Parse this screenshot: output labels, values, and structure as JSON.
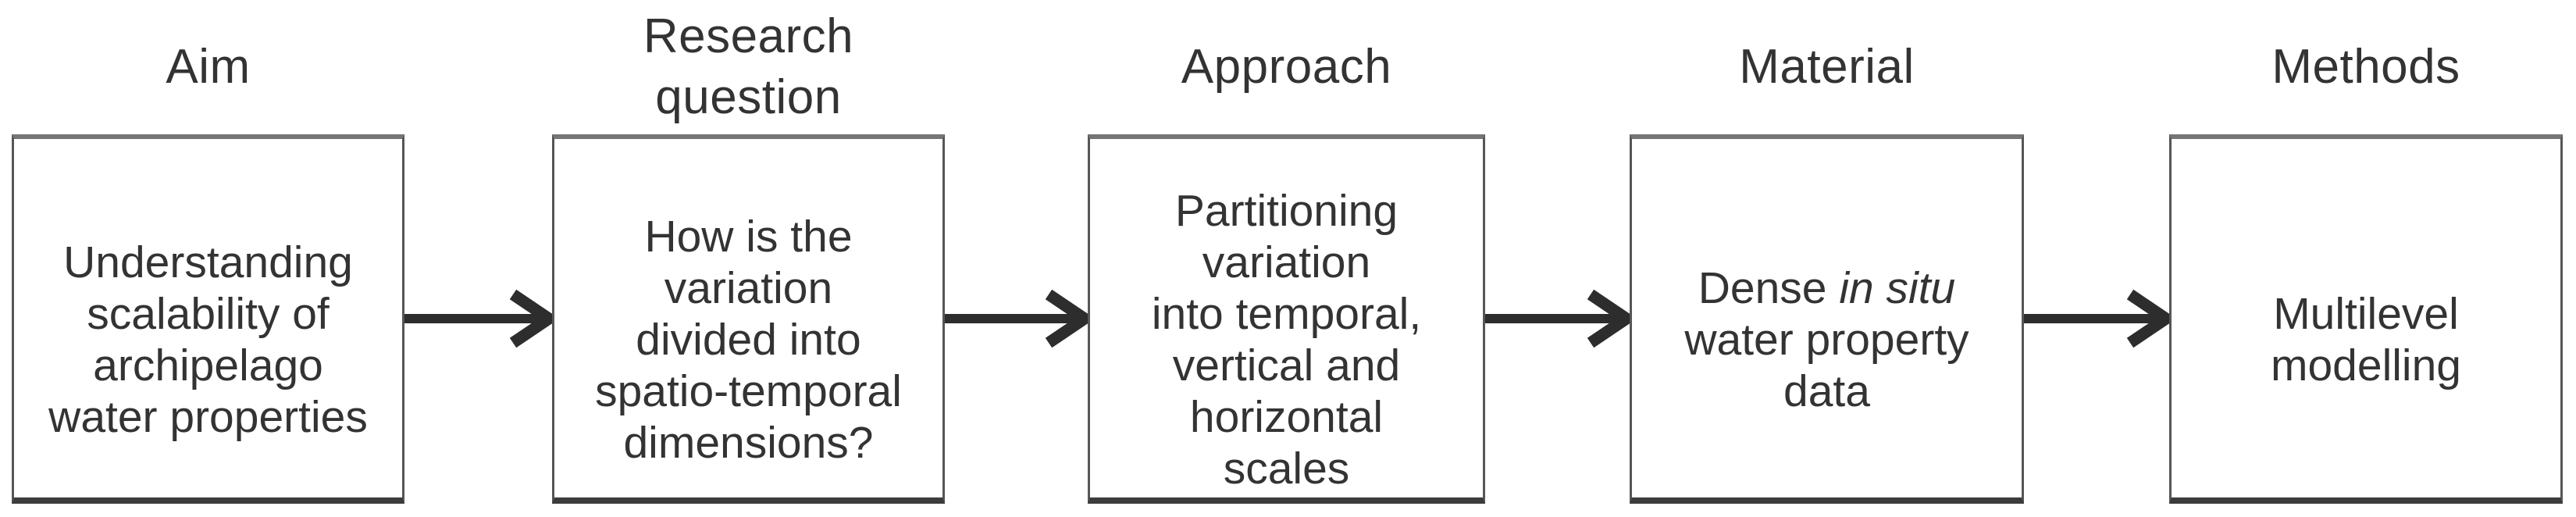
{
  "figure": {
    "colors": {
      "background": "#ffffff",
      "text_color": "#333333",
      "border_color": "#565656",
      "border_top_color": "#757575",
      "border_bottom_color": "#3c3c3c",
      "arrow_color": "#2d2d2d"
    },
    "stages": [
      {
        "id": "aim",
        "title": "Aim",
        "body_lines": [
          [
            {
              "text": "Understanding"
            }
          ],
          [
            {
              "text": "scalability of"
            }
          ],
          [
            {
              "text": "archipelago"
            }
          ],
          [
            {
              "text": "water properties"
            }
          ]
        ]
      },
      {
        "id": "research-question",
        "title": "Research\nquestion",
        "body_lines": [
          [
            {
              "text": "How is the"
            }
          ],
          [
            {
              "text": "variation"
            }
          ],
          [
            {
              "text": "divided into"
            }
          ],
          [
            {
              "text": "spatio-temporal"
            }
          ],
          [
            {
              "text": "dimensions?"
            }
          ]
        ]
      },
      {
        "id": "approach",
        "title": "Approach",
        "body_lines": [
          [
            {
              "text": "Partitioning"
            }
          ],
          [
            {
              "text": "variation"
            }
          ],
          [
            {
              "text": "into temporal,"
            }
          ],
          [
            {
              "text": "vertical and"
            }
          ],
          [
            {
              "text": "horizontal"
            }
          ],
          [
            {
              "text": "scales"
            }
          ]
        ]
      },
      {
        "id": "material",
        "title": "Material",
        "body_lines": [
          [
            {
              "text": "Dense "
            },
            {
              "text": "in situ",
              "italic": true
            }
          ],
          [
            {
              "text": "water property"
            }
          ],
          [
            {
              "text": "data"
            }
          ]
        ]
      },
      {
        "id": "methods",
        "title": "Methods",
        "body_lines": [
          [
            {
              "text": "Multilevel"
            }
          ],
          [
            {
              "text": "modelling"
            }
          ]
        ]
      }
    ]
  }
}
